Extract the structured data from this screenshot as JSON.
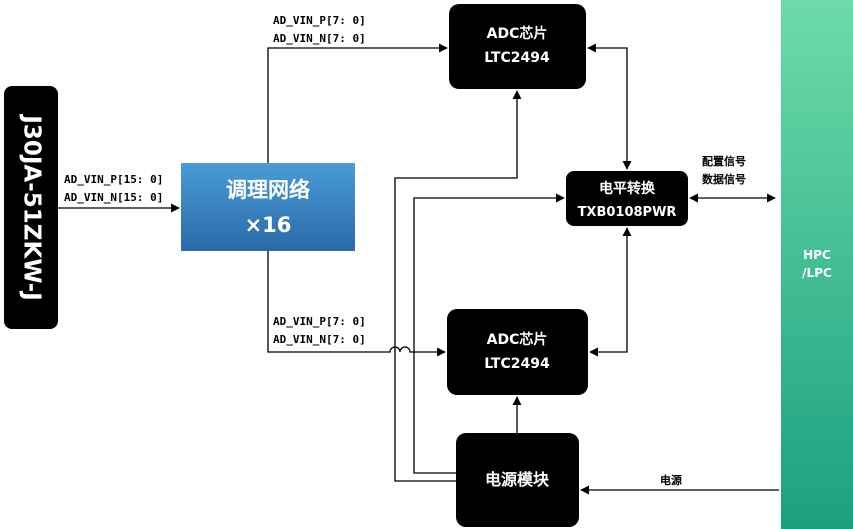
{
  "connector": {
    "label": "J30JA-51ZKW-J"
  },
  "network": {
    "title": "调理网络",
    "count": "×16"
  },
  "adc_top": {
    "line1": "ADC芯片",
    "line2": "LTC2494"
  },
  "adc_bottom": {
    "line1": "ADC芯片",
    "line2": "LTC2494"
  },
  "level_shifter": {
    "line1": "电平转换",
    "line2": "TXB0108PWR"
  },
  "power_module": {
    "label": "电源模块"
  },
  "hpc": {
    "line1": "HPC",
    "line2": "/LPC"
  },
  "signals": {
    "in_p": "AD_VIN_P[15: 0]",
    "in_n": "AD_VIN_N[15: 0]",
    "top_p": "AD_VIN_P[7: 0]",
    "top_n": "AD_VIN_N[7: 0]",
    "bot_p": "AD_VIN_P[7: 0]",
    "bot_n": "AD_VIN_N[7: 0]",
    "config": "配置信号",
    "data": "数据信号",
    "power": "电源"
  },
  "colors": {
    "block": "#000000",
    "network_top": "#4a9cd6",
    "network_bottom": "#2a6aa8",
    "hpc_top": "#6ddba8",
    "hpc_bottom": "#1aa080"
  }
}
